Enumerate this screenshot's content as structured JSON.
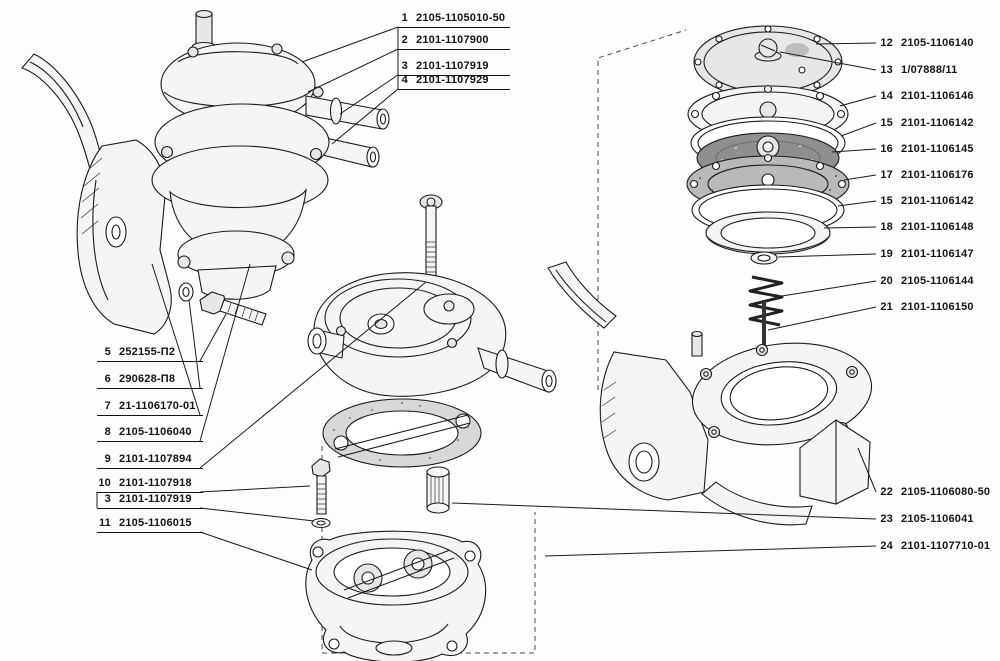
{
  "figure": {
    "description": "Fuel pump exploded parts diagram",
    "line_color": "#1b1b1b",
    "background": "#fdfdfd"
  },
  "callouts": {
    "top": [
      {
        "num": "1",
        "part": "2105-1105010-50"
      },
      {
        "num": "2",
        "part": "2101-1107900"
      },
      {
        "num": "3",
        "part": "2101-1107919"
      },
      {
        "num": "4",
        "part": "2101-1107929"
      }
    ],
    "left": [
      {
        "num": "5",
        "part": "252155-П2"
      },
      {
        "num": "6",
        "part": "290628-П8"
      },
      {
        "num": "7",
        "part": "21-1106170-01"
      },
      {
        "num": "8",
        "part": "2105-1106040"
      },
      {
        "num": "9",
        "part": "2101-1107894"
      },
      {
        "num": "10",
        "part": "2101-1107918"
      },
      {
        "num": "3",
        "part": "2101-1107919"
      },
      {
        "num": "11",
        "part": "2105-1106015"
      }
    ],
    "right": [
      {
        "num": "12",
        "part": "2105-1106140"
      },
      {
        "num": "13",
        "part": "1/07888/11"
      },
      {
        "num": "14",
        "part": "2101-1106146"
      },
      {
        "num": "15",
        "part": "2101-1106142"
      },
      {
        "num": "16",
        "part": "2101-1106145"
      },
      {
        "num": "17",
        "part": "2101-1106176"
      },
      {
        "num": "15",
        "part": "2101-1106142"
      },
      {
        "num": "18",
        "part": "2101-1106148"
      },
      {
        "num": "19",
        "part": "2101-1106147"
      },
      {
        "num": "20",
        "part": "2105-1106144"
      },
      {
        "num": "21",
        "part": "2101-1106150"
      }
    ],
    "bottom_right": [
      {
        "num": "22",
        "part": "2105-1106080-50"
      },
      {
        "num": "23",
        "part": "2105-1106041"
      },
      {
        "num": "24",
        "part": "2101-1107710-01"
      }
    ]
  }
}
